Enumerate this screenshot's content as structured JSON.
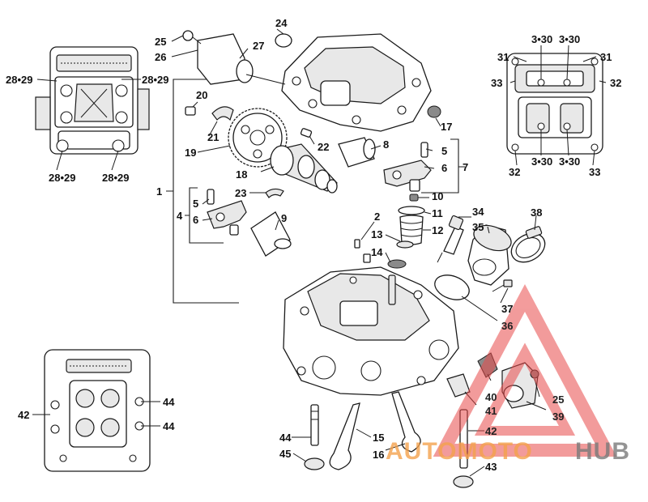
{
  "callouts": {
    "c1": "1",
    "c2": "2",
    "c4": "4",
    "c5a": "5",
    "c5b": "5",
    "c6a": "6",
    "c6b": "6",
    "c7": "7",
    "c8": "8",
    "c9": "9",
    "c10": "10",
    "c11": "11",
    "c12": "12",
    "c13": "13",
    "c14": "14",
    "c15": "15",
    "c16": "16",
    "c17": "17",
    "c18": "18",
    "c19": "19",
    "c20": "20",
    "c21": "21",
    "c22": "22",
    "c23": "23",
    "c24": "24",
    "c25a": "25",
    "c25b": "25",
    "c26": "26",
    "c27": "27",
    "c2829_tl": "28•29",
    "c2829_tr": "28•29",
    "c2829_bl": "28•29",
    "c2829_br": "28•29",
    "c330_tl": "3•30",
    "c330_tr": "3•30",
    "c330_bl": "3•30",
    "c330_br": "3•30",
    "c31a": "31",
    "c31b": "31",
    "c32a": "32",
    "c32b": "32",
    "c33a": "33",
    "c33b": "33",
    "c34": "34",
    "c35": "35",
    "c36": "36",
    "c37": "37",
    "c38": "38",
    "c39": "39",
    "c40": "40",
    "c41": "41",
    "c42a": "42",
    "c42b": "42",
    "c43": "43",
    "c44a": "44",
    "c44b": "44",
    "c44c": "44",
    "c45": "45"
  },
  "watermark": {
    "text_a": "AUTOMOTO",
    "text_b": "HUB",
    "colors": {
      "triangle": "#e94b4b",
      "text_a": "#f4a24d",
      "text_b": "#7a7a7a"
    }
  }
}
